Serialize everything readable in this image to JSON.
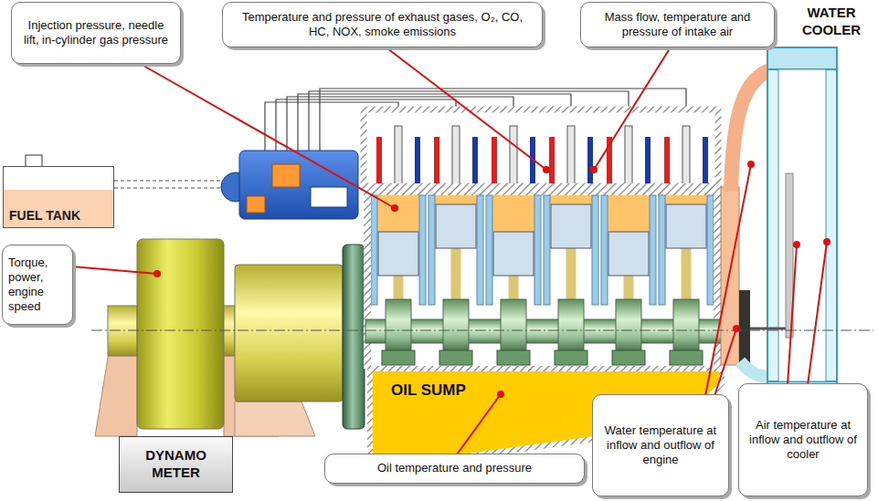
{
  "diagram": {
    "nodes": [
      {
        "text": [
          "Injection pressure, needle lift, in-cylinder gas pressure"
        ]
      },
      {
        "text": [
          "Temperature and pressure of exhaust gases, O₂, CO, HC, NOX, smoke emissions"
        ]
      },
      {
        "text": [
          "Mass flow, temperature and pressure of intake air"
        ]
      },
      {
        "text": [
          "FUEL TANK"
        ]
      },
      {
        "text": [
          "Torque, power, engine speed"
        ]
      },
      {
        "text": [
          "DYNAMO METER"
        ]
      },
      {
        "text": [
          "Oil temperature and pressure"
        ]
      },
      {
        "text": [
          "Water temperature at inflow and outflow of engine"
        ]
      },
      {
        "text": [
          "Air temperature at inflow and outflow of cooler"
        ]
      }
    ],
    "labels": [
      "WATER COOLER",
      "OIL SUMP"
    ]
  }
}
